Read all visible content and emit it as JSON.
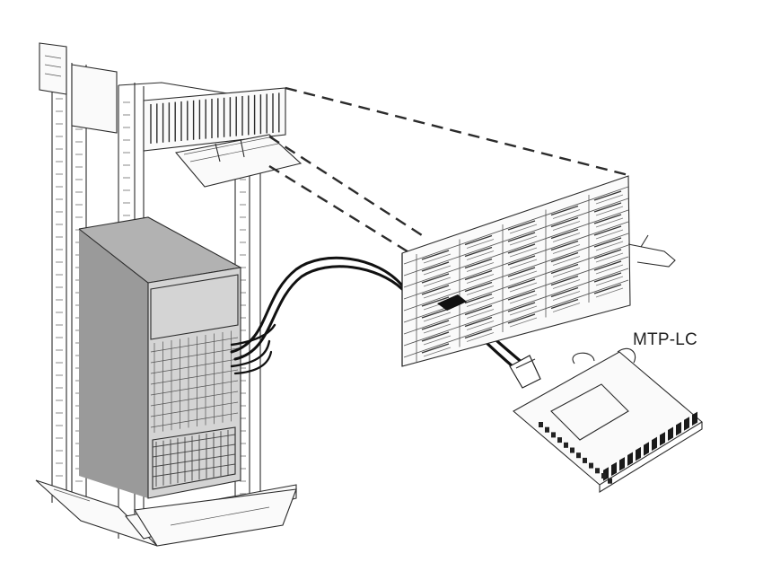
{
  "diagram": {
    "callout_label": "MTP-LC",
    "colors": {
      "stroke": "#2b2b2b",
      "cabinet": "#9c9c9c",
      "cable": "#111111"
    },
    "icons": [
      "equipment-rack",
      "fiber-patch-panel",
      "network-switch-chassis",
      "fiber-cable",
      "mtp-lc-cassette"
    ]
  }
}
